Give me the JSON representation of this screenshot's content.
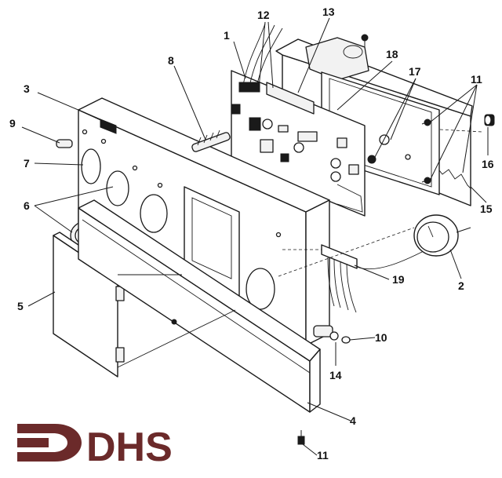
{
  "diagram": {
    "callouts": [
      {
        "id": "c1",
        "label": "1"
      },
      {
        "id": "c2",
        "label": "2"
      },
      {
        "id": "c3",
        "label": "3"
      },
      {
        "id": "c4",
        "label": "4"
      },
      {
        "id": "c5",
        "label": "5"
      },
      {
        "id": "c6",
        "label": "6"
      },
      {
        "id": "c7",
        "label": "7"
      },
      {
        "id": "c8",
        "label": "8"
      },
      {
        "id": "c9",
        "label": "9"
      },
      {
        "id": "c10",
        "label": "10"
      },
      {
        "id": "c11a",
        "label": "11"
      },
      {
        "id": "c11b",
        "label": "11"
      },
      {
        "id": "c12",
        "label": "12"
      },
      {
        "id": "c13",
        "label": "13"
      },
      {
        "id": "c14",
        "label": "14"
      },
      {
        "id": "c15",
        "label": "15"
      },
      {
        "id": "c16",
        "label": "16"
      },
      {
        "id": "c17",
        "label": "17"
      },
      {
        "id": "c18",
        "label": "18"
      },
      {
        "id": "c19",
        "label": "19"
      }
    ]
  },
  "logo": {
    "text": "DHS",
    "color": "#6b2a2a"
  }
}
